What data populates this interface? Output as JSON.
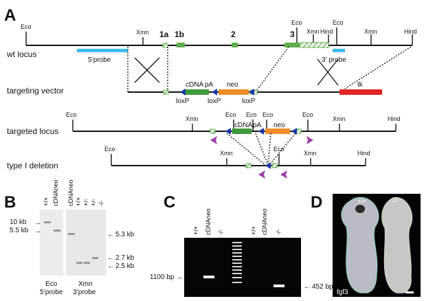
{
  "panels": {
    "A": "A",
    "B": "B",
    "C": "C",
    "D": "D"
  },
  "colors": {
    "probe_5": "#3cbde8",
    "probe_3": "#3cbde8",
    "cdna": "#3f9a3c",
    "neo": "#f08c2a",
    "tk": "#e02626",
    "loxp": "#1a37a8",
    "primer": "#9a3ea6",
    "exon": "#5fae4a"
  },
  "panel_a": {
    "rows": {
      "wt": "wt locus",
      "targeting": "targeting vector",
      "targeted": "targeted locus",
      "deletion": "type I deletion"
    },
    "wt_sites": {
      "eco_left": "Eco",
      "xmn_1": "Xmn",
      "eco_right": "Eco",
      "xmn_2": "Xmn",
      "hind_1": "Hind",
      "eco_far": "Eco",
      "xmn_3": "Xmn",
      "hind_end": "Hind"
    },
    "exons": {
      "e1a": "1a",
      "e1b": "1b",
      "e2": "2",
      "e3": "3"
    },
    "probes": {
      "p5": "5’probe",
      "p3": "3’ probe"
    },
    "vector": {
      "cdna": "cDNA",
      "pa": "pA",
      "neo": "neo",
      "loxp1": "loxP",
      "loxp2": "loxP",
      "loxp3": "loxP",
      "tk": "tk"
    },
    "targeted": {
      "eco1": "Eco",
      "xmn1": "Xmn",
      "eco2": "Eco",
      "eco3": "Eco",
      "eco4": "Eco",
      "eco5": "Eco",
      "xmn2": "Xmn",
      "hind": "Hind",
      "cdna": "cDNA",
      "pa": "pA",
      "neo": "neo"
    },
    "deletion": {
      "eco1": "Eco",
      "xmn1": "Xmn",
      "eco2": "Eco",
      "xmn2": "Xmn",
      "hind": "Hind"
    }
  },
  "panel_b": {
    "left_lanes": [
      "+/+",
      "cDNAneo"
    ],
    "right_lanes": [
      "cDNAneo",
      "+/+",
      "+/-",
      "+/-",
      "-/-"
    ],
    "left_markers": [
      "10 kb",
      "5.5 kb"
    ],
    "right_markers": [
      "5.3 kb",
      "2.7 kb",
      "2.5 kb"
    ],
    "left_caption": [
      "Eco",
      "5’probe"
    ],
    "right_caption": [
      "Xmn",
      "3’probe"
    ]
  },
  "panel_c": {
    "lanes_left": [
      "+/+",
      "cDNAneo",
      "-/-"
    ],
    "lanes_right": [
      "+/+",
      "cDNAneo",
      "-/-"
    ],
    "marker_left": "1100 bp",
    "marker_right": "452 bp"
  },
  "panel_d": {
    "label_left": "+/+",
    "label_right": "-/-",
    "caption": "fgf3"
  }
}
